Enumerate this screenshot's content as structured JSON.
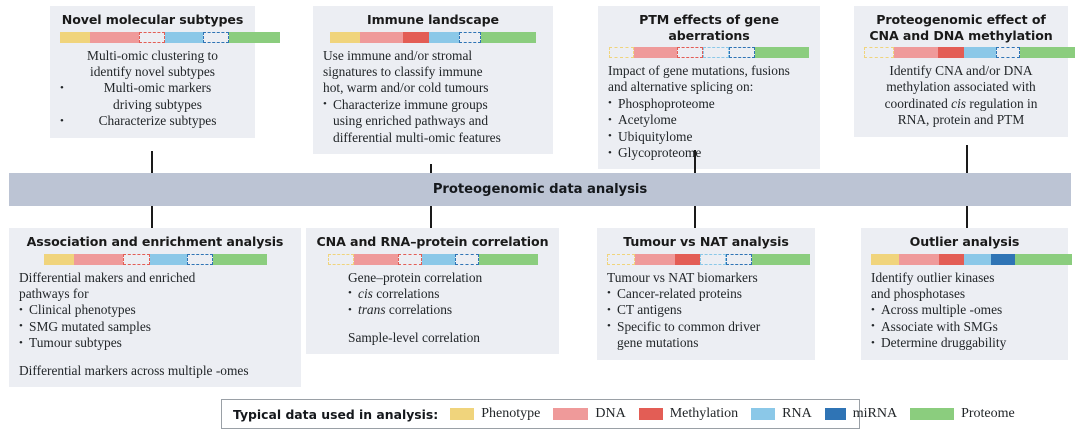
{
  "palette": {
    "phenotype": "#f0d47c",
    "dna": "#ef9a9a",
    "methylation": "#e35d55",
    "rna": "#8bc8e8",
    "mirna": "#2f74b5",
    "proteome": "#8bcd7e",
    "card_bg": "#eceef3",
    "band_bg": "#bcc4d4",
    "text": "#222629",
    "line": "#1a1a1a"
  },
  "band": {
    "label": "Proteogenomic data analysis"
  },
  "top_cards": [
    {
      "title": "Novel molecular subtypes",
      "omics": [
        {
          "name": "phenotype",
          "style": "solid",
          "w": 30
        },
        {
          "name": "dna",
          "style": "solid",
          "w": 49
        },
        {
          "name": "methylation",
          "style": "dashed",
          "w": 26
        },
        {
          "name": "rna",
          "style": "solid",
          "w": 38
        },
        {
          "name": "mirna",
          "style": "dashed",
          "w": 26
        },
        {
          "name": "proteome",
          "style": "solid",
          "w": 51
        }
      ],
      "lines": [
        {
          "type": "p",
          "text": "Multi-omic clustering to"
        },
        {
          "type": "p",
          "text": "identify novel subtypes"
        },
        {
          "type": "li",
          "text": "Multi-omic markers"
        },
        {
          "type": "cont",
          "text": "driving subtypes"
        },
        {
          "type": "li",
          "text": "Characterize subtypes"
        }
      ]
    },
    {
      "title": "Immune landscape",
      "omics": [
        {
          "name": "phenotype",
          "style": "solid",
          "w": 30
        },
        {
          "name": "dna",
          "style": "solid",
          "w": 43
        },
        {
          "name": "methylation",
          "style": "solid",
          "w": 26
        },
        {
          "name": "rna",
          "style": "solid",
          "w": 30
        },
        {
          "name": "mirna",
          "style": "dashed",
          "w": 22
        },
        {
          "name": "proteome",
          "style": "solid",
          "w": 55
        }
      ],
      "lines": [
        {
          "type": "p",
          "text": "Use immune and/or stromal"
        },
        {
          "type": "p",
          "text": "signatures to classify immune"
        },
        {
          "type": "p",
          "text": "hot, warm and/or cold tumours"
        },
        {
          "type": "li",
          "text": "Characterize immune groups"
        },
        {
          "type": "cont",
          "text": "using enriched pathways and"
        },
        {
          "type": "cont",
          "text": "differential multi-omic features"
        }
      ]
    },
    {
      "title": "PTM effects of gene aberrations",
      "omics": [
        {
          "name": "phenotype",
          "style": "dashed",
          "w": 25
        },
        {
          "name": "dna",
          "style": "solid",
          "w": 43
        },
        {
          "name": "methylation",
          "style": "dashed",
          "w": 26
        },
        {
          "name": "rna",
          "style": "dashed",
          "w": 26
        },
        {
          "name": "mirna",
          "style": "dashed",
          "w": 26
        },
        {
          "name": "proteome",
          "style": "solid",
          "w": 54
        }
      ],
      "lines": [
        {
          "type": "p",
          "text": "Impact of gene mutations, fusions"
        },
        {
          "type": "p",
          "text": "and alternative splicing on:"
        },
        {
          "type": "li",
          "text": "Phosphoproteome"
        },
        {
          "type": "li",
          "text": "Acetylome"
        },
        {
          "type": "li",
          "text": "Ubiquitylome"
        },
        {
          "type": "li",
          "text": "Glycoproteome"
        }
      ]
    },
    {
      "title": "Proteogenomic effect of CNA and DNA methylation",
      "omics": [
        {
          "name": "phenotype",
          "style": "dashed",
          "w": 30
        },
        {
          "name": "dna",
          "style": "solid",
          "w": 44
        },
        {
          "name": "methylation",
          "style": "solid",
          "w": 26
        },
        {
          "name": "rna",
          "style": "solid",
          "w": 32
        },
        {
          "name": "mirna",
          "style": "dashed",
          "w": 24
        },
        {
          "name": "proteome",
          "style": "solid",
          "w": 55
        }
      ],
      "lines": [
        {
          "type": "p",
          "text": "Identify CNA and/or DNA"
        },
        {
          "type": "p",
          "text": "methylation associated with"
        },
        {
          "type": "p_html",
          "text": "coordinated <i>cis</i> regulation in"
        },
        {
          "type": "p",
          "text": "RNA, protein and PTM"
        }
      ]
    }
  ],
  "bottom_cards": [
    {
      "title": "Association and enrichment analysis",
      "omics": [
        {
          "name": "phenotype",
          "style": "solid",
          "w": 30
        },
        {
          "name": "dna",
          "style": "solid",
          "w": 49
        },
        {
          "name": "methylation",
          "style": "dashed",
          "w": 27
        },
        {
          "name": "rna",
          "style": "solid",
          "w": 37
        },
        {
          "name": "mirna",
          "style": "dashed",
          "w": 26
        },
        {
          "name": "proteome",
          "style": "solid",
          "w": 54
        }
      ],
      "lines": [
        {
          "type": "p",
          "text": "Differential makers and enriched"
        },
        {
          "type": "p",
          "text": "pathways for"
        },
        {
          "type": "li",
          "text": "Clinical phenotypes"
        },
        {
          "type": "li",
          "text": "SMG mutated samples"
        },
        {
          "type": "li",
          "text": "Tumour subtypes"
        },
        {
          "type": "gap",
          "text": "Differential markers across multiple -omes"
        }
      ]
    },
    {
      "title": "CNA and RNA–protein correlation",
      "omics": [
        {
          "name": "phenotype",
          "style": "dashed",
          "w": 26
        },
        {
          "name": "dna",
          "style": "solid",
          "w": 44
        },
        {
          "name": "methylation",
          "style": "dashed",
          "w": 24
        },
        {
          "name": "rna",
          "style": "solid",
          "w": 33
        },
        {
          "name": "mirna",
          "style": "dashed",
          "w": 24
        },
        {
          "name": "proteome",
          "style": "solid",
          "w": 59
        }
      ],
      "lines": [
        {
          "type": "p",
          "text": "Gene–protein correlation"
        },
        {
          "type": "li_html",
          "text": "<i>cis</i> correlations"
        },
        {
          "type": "li_html",
          "text": "<i>trans</i> correlations"
        },
        {
          "type": "gap",
          "text": "Sample-level correlation"
        }
      ]
    },
    {
      "title": "Tumour vs NAT analysis",
      "omics": [
        {
          "name": "phenotype",
          "style": "dashed",
          "w": 28
        },
        {
          "name": "dna",
          "style": "solid",
          "w": 40
        },
        {
          "name": "methylation",
          "style": "solid",
          "w": 25
        },
        {
          "name": "rna",
          "style": "dashed",
          "w": 26
        },
        {
          "name": "mirna",
          "style": "dashed",
          "w": 26
        },
        {
          "name": "proteome",
          "style": "solid",
          "w": 58
        }
      ],
      "lines": [
        {
          "type": "p",
          "text": "Tumour vs NAT biomarkers"
        },
        {
          "type": "li",
          "text": "Cancer-related proteins"
        },
        {
          "type": "li",
          "text": "CT antigens"
        },
        {
          "type": "li",
          "text": "Specific to common driver"
        },
        {
          "type": "cont",
          "text": "gene mutations"
        }
      ]
    },
    {
      "title": "Outlier analysis",
      "omics": [
        {
          "name": "phenotype",
          "style": "solid",
          "w": 28
        },
        {
          "name": "dna",
          "style": "solid",
          "w": 40
        },
        {
          "name": "methylation",
          "style": "solid",
          "w": 25
        },
        {
          "name": "rna",
          "style": "solid",
          "w": 27
        },
        {
          "name": "mirna",
          "style": "solid",
          "w": 24
        },
        {
          "name": "proteome",
          "style": "solid",
          "w": 57
        }
      ],
      "lines": [
        {
          "type": "p",
          "text": "Identify outlier kinases"
        },
        {
          "type": "p",
          "text": "and phosphotases"
        },
        {
          "type": "li",
          "text": "Across multiple -omes"
        },
        {
          "type": "li",
          "text": "Associate with SMGs"
        },
        {
          "type": "li",
          "text": "Determine druggability"
        }
      ]
    }
  ],
  "legend": {
    "title": "Typical data used in analysis:",
    "items": [
      {
        "label": "Phenotype",
        "color_key": "phenotype",
        "w": 24
      },
      {
        "label": "DNA",
        "color_key": "dna",
        "w": 35
      },
      {
        "label": "Methylation",
        "color_key": "methylation",
        "w": 24
      },
      {
        "label": "RNA",
        "color_key": "rna",
        "w": 24
      },
      {
        "label": "miRNA",
        "color_key": "mirna",
        "w": 21
      },
      {
        "label": "Proteome",
        "color_key": "proteome",
        "w": 44
      }
    ]
  }
}
